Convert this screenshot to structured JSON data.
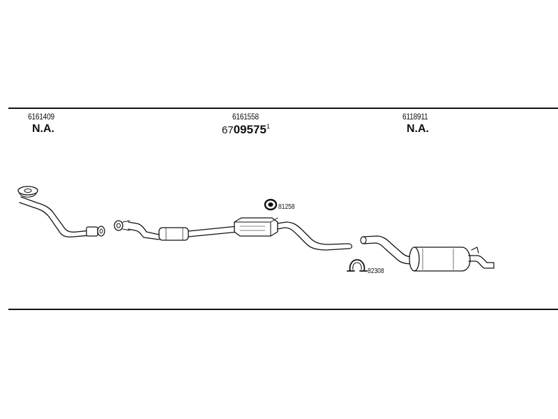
{
  "sections": [
    {
      "part_number": "6161409",
      "status": "N.A."
    },
    {
      "part_number": "6161558",
      "alternate": {
        "prefix": "67",
        "main": "09575",
        "superscript": "1"
      }
    },
    {
      "part_number": "6118911",
      "status": "N.A."
    }
  ],
  "accessories": [
    {
      "part_number": "81258"
    },
    {
      "part_number": "82308"
    }
  ]
}
